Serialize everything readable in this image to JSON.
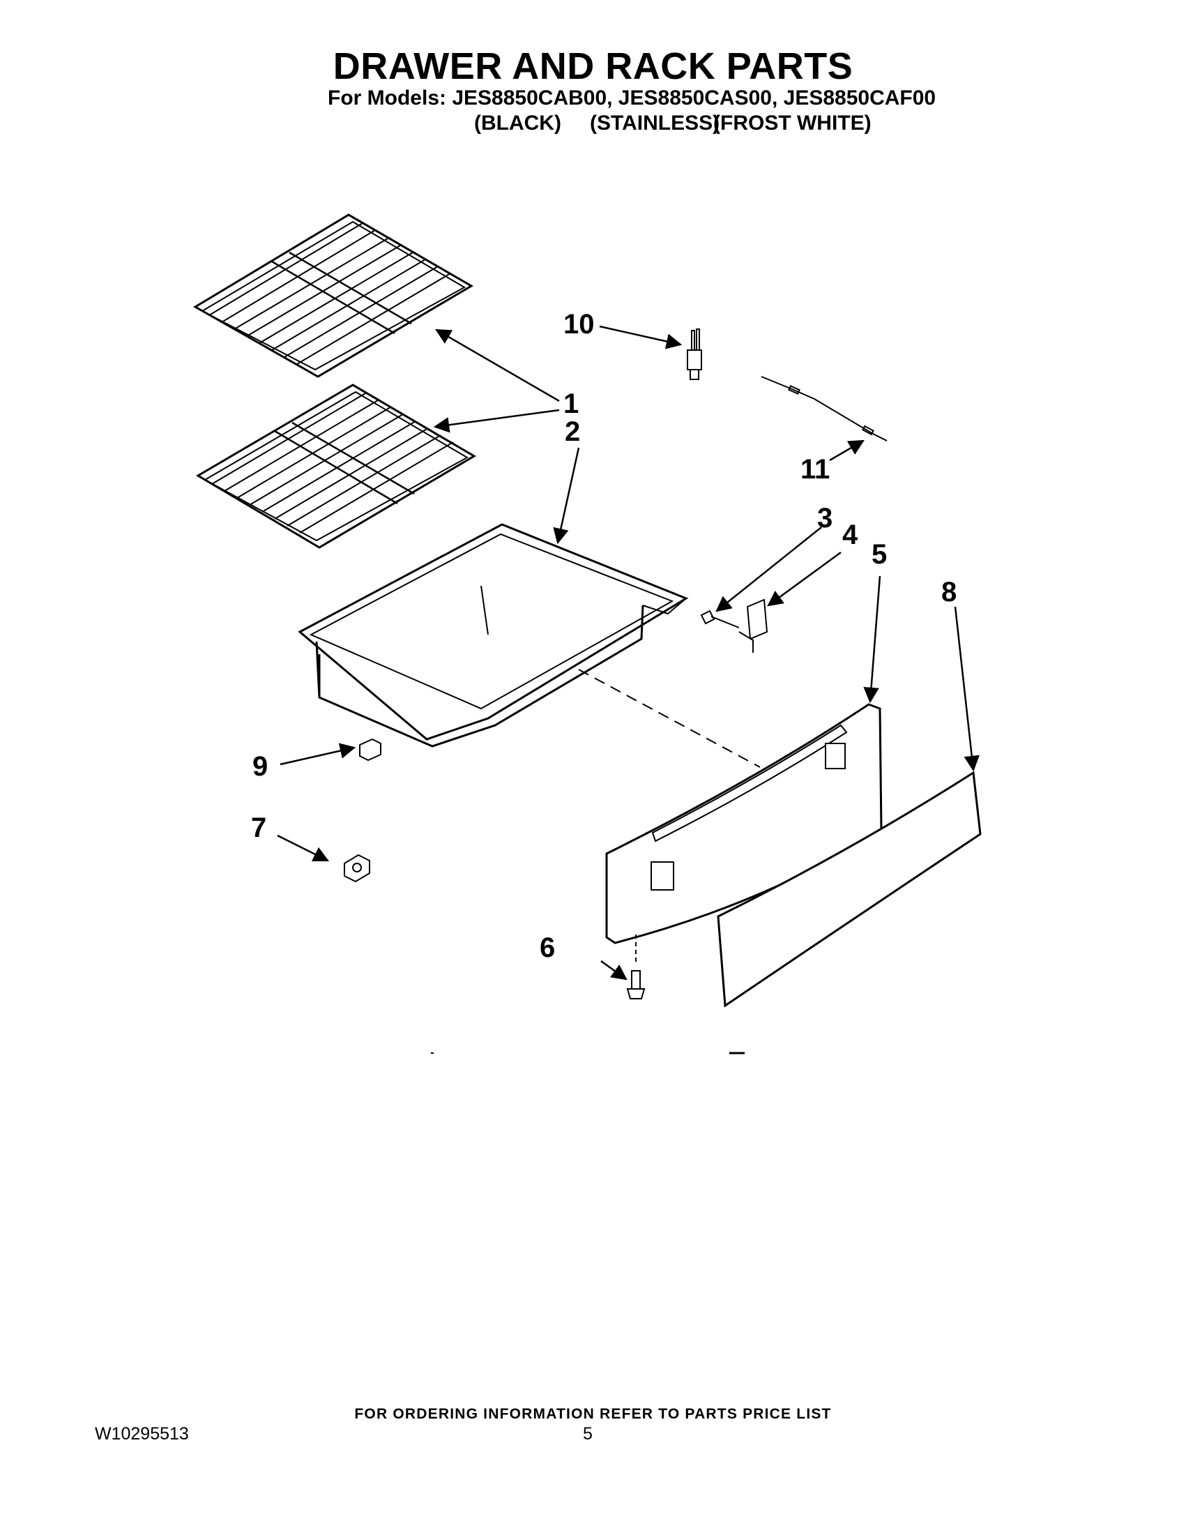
{
  "header": {
    "title": "DRAWER AND RACK PARTS",
    "models_line": "For Models: JES8850CAB00, JES8850CAS00, JES8850CAF00",
    "colors": [
      "(BLACK)",
      "(STAINLESS)",
      "(FROST WHITE)"
    ]
  },
  "callouts": {
    "c1": "1",
    "c2": "2",
    "c3": "3",
    "c4": "4",
    "c5": "5",
    "c6": "6",
    "c7": "7",
    "c8": "8",
    "c9": "9",
    "c10": "10",
    "c11": "11"
  },
  "footer": {
    "ordering_note": "FOR ORDERING INFORMATION REFER TO PARTS PRICE LIST",
    "document_number": "W10295513",
    "page_number": "5"
  }
}
